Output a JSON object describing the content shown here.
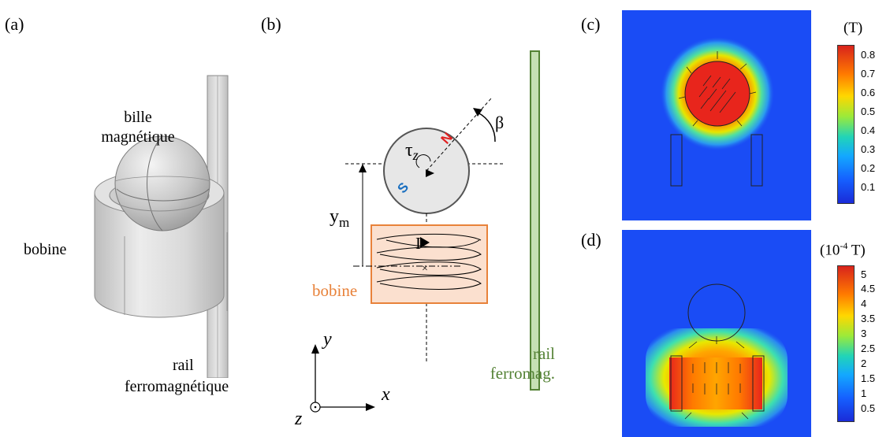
{
  "panels": {
    "a": "(a)",
    "b": "(b)",
    "c": "(c)",
    "d": "(d)"
  },
  "panel_a": {
    "label_ball_1": "bille",
    "label_ball_2": "magnétique",
    "label_coil": "bobine",
    "label_rail_1": "rail",
    "label_rail_2": "ferromagnétique"
  },
  "panel_b": {
    "beta": "β",
    "tau": "τ",
    "tau_sub": "z",
    "north": "N",
    "south": "S",
    "y": "y",
    "y_sub": "m",
    "current": "I",
    "coil_label": "bobine",
    "rail_1": "rail",
    "rail_2": "ferromag.",
    "axis_x": "x",
    "axis_y": "y",
    "axis_z": "z",
    "colors": {
      "coil_fill": "#fbe0cf",
      "coil_stroke": "#e8823a",
      "coil_text": "#e8823a",
      "rail_fill": "#c6e0b4",
      "rail_stroke": "#548235",
      "rail_text": "#548235",
      "north": "#e02020",
      "south": "#1a6fc0"
    }
  },
  "panel_c": {
    "unit": "(T)",
    "ticks": [
      "0.8",
      "0.7",
      "0.6",
      "0.5",
      "0.4",
      "0.3",
      "0.2",
      "0.1"
    ]
  },
  "panel_d": {
    "unit_pre": "(10",
    "unit_exp": "-4",
    "unit_post": " T)",
    "ticks": [
      "5",
      "4.5",
      "4",
      "3.5",
      "3",
      "2.5",
      "2",
      "1.5",
      "1",
      "0.5"
    ]
  }
}
